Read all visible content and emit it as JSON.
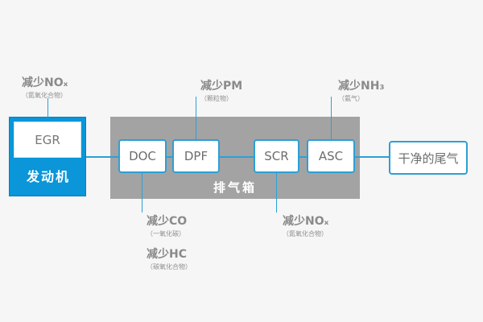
{
  "engine": {
    "egr_label": "EGR",
    "label": "发动机"
  },
  "exhaust": {
    "label": "排气箱"
  },
  "components": {
    "doc": "DOC",
    "dpf": "DPF",
    "scr": "SCR",
    "asc": "ASC",
    "tail": "干净的尾气"
  },
  "annotations": {
    "nox_top": {
      "main": "减少NOₓ",
      "sub": "（氮氧化合物）"
    },
    "pm": {
      "main": "减少PM",
      "sub": "（颗粒物）"
    },
    "nh3": {
      "main": "减少NH₃",
      "sub": "（氨气）"
    },
    "co": {
      "main": "减少CO",
      "sub": "（一氧化碳）"
    },
    "hc": {
      "main": "减少HC",
      "sub": "（碳氧化合物）"
    },
    "nox_bottom": {
      "main": "减少NOₓ",
      "sub": "（氮氧化合物）"
    }
  },
  "colors": {
    "accent": "#2d9fd6",
    "engine": "#0a96d8",
    "exhaust": "#a3a3a3",
    "background": "#f6f6f6"
  }
}
